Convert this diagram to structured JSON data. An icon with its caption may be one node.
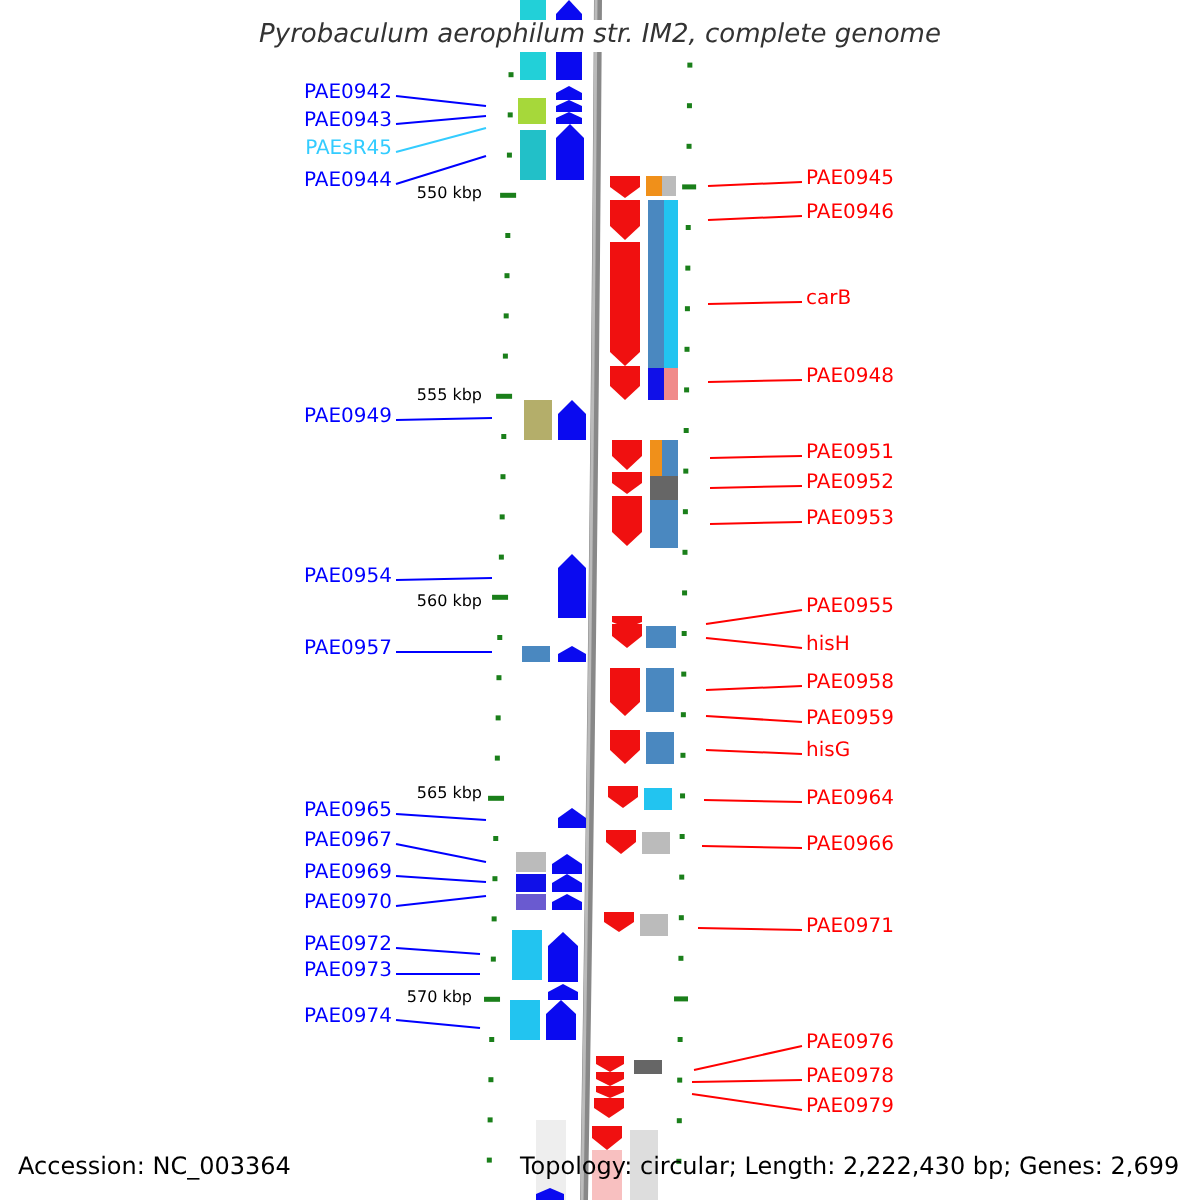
{
  "diagram": {
    "title": "Pyrobaculum aerophilum str. IM2, complete genome",
    "nodes": [
      {
        "text": [
          "PAE0942"
        ]
      },
      {
        "text": [
          "PAE0943"
        ]
      },
      {
        "text": [
          "PAEsR45"
        ]
      },
      {
        "text": [
          "PAE0944"
        ]
      },
      {
        "text": [
          "PAE0949"
        ]
      },
      {
        "text": [
          "PAE0954"
        ]
      },
      {
        "text": [
          "PAE0957"
        ]
      },
      {
        "text": [
          "PAE0965"
        ]
      },
      {
        "text": [
          "PAE0967"
        ]
      },
      {
        "text": [
          "PAE0969"
        ]
      },
      {
        "text": [
          "PAE0970"
        ]
      },
      {
        "text": [
          "PAE0972"
        ]
      },
      {
        "text": [
          "PAE0973"
        ]
      },
      {
        "text": [
          "PAE0974"
        ]
      },
      {
        "text": [
          "PAE0945"
        ]
      },
      {
        "text": [
          "PAE0946"
        ]
      },
      {
        "text": [
          "carB"
        ]
      },
      {
        "text": [
          "PAE0948"
        ]
      },
      {
        "text": [
          "PAE0951"
        ]
      },
      {
        "text": [
          "PAE0952"
        ]
      },
      {
        "text": [
          "PAE0953"
        ]
      },
      {
        "text": [
          "PAE0955"
        ]
      },
      {
        "text": [
          "hisH"
        ]
      },
      {
        "text": [
          "PAE0958"
        ]
      },
      {
        "text": [
          "PAE0959"
        ]
      },
      {
        "text": [
          "hisG"
        ]
      },
      {
        "text": [
          "PAE0964"
        ]
      },
      {
        "text": [
          "PAE0966"
        ]
      },
      {
        "text": [
          "PAE0971"
        ]
      },
      {
        "text": [
          "PAE0976"
        ]
      },
      {
        "text": [
          "PAE0978"
        ]
      },
      {
        "text": [
          "PAE0979"
        ]
      }
    ],
    "edges": [
      {
        "from": 0,
        "to": null,
        "arrow": "none",
        "color": "#0000ff"
      },
      {
        "from": 1,
        "to": null,
        "arrow": "none",
        "color": "#0000ff"
      },
      {
        "from": 2,
        "to": null,
        "arrow": "none",
        "color": "#33ccff"
      },
      {
        "from": 3,
        "to": null,
        "arrow": "none",
        "color": "#0000ff"
      },
      {
        "from": 4,
        "to": null,
        "arrow": "none",
        "color": "#0000ff"
      },
      {
        "from": 5,
        "to": null,
        "arrow": "none",
        "color": "#0000ff"
      },
      {
        "from": 6,
        "to": null,
        "arrow": "none",
        "color": "#0000ff"
      },
      {
        "from": 7,
        "to": null,
        "arrow": "none",
        "color": "#0000ff"
      },
      {
        "from": 8,
        "to": null,
        "arrow": "none",
        "color": "#0000ff"
      },
      {
        "from": 9,
        "to": null,
        "arrow": "none",
        "color": "#0000ff"
      },
      {
        "from": 10,
        "to": null,
        "arrow": "none",
        "color": "#0000ff"
      },
      {
        "from": 11,
        "to": null,
        "arrow": "none",
        "color": "#0000ff"
      },
      {
        "from": 12,
        "to": null,
        "arrow": "none",
        "color": "#0000ff"
      },
      {
        "from": 13,
        "to": null,
        "arrow": "none",
        "color": "#0000ff"
      },
      {
        "from": 14,
        "to": null,
        "arrow": "none"
      },
      {
        "from": 15,
        "to": null,
        "arrow": "none"
      },
      {
        "from": 16,
        "to": null,
        "arrow": "none"
      },
      {
        "from": 17,
        "to": null,
        "arrow": "none"
      },
      {
        "from": 18,
        "to": null,
        "arrow": "none"
      },
      {
        "from": 19,
        "to": null,
        "arrow": "none"
      },
      {
        "from": 20,
        "to": null,
        "arrow": "none"
      },
      {
        "from": 21,
        "to": null,
        "arrow": "none"
      },
      {
        "from": 22,
        "to": null,
        "arrow": "none"
      },
      {
        "from": 23,
        "to": null,
        "arrow": "none"
      },
      {
        "from": 24,
        "to": null,
        "arrow": "none"
      },
      {
        "from": 25,
        "to": null,
        "arrow": "none"
      },
      {
        "from": 26,
        "to": null,
        "arrow": "none"
      },
      {
        "from": 27,
        "to": null,
        "arrow": "none"
      },
      {
        "from": 28,
        "to": null,
        "arrow": "none"
      },
      {
        "from": 29,
        "to": null,
        "arrow": "none"
      },
      {
        "from": 30,
        "to": null,
        "arrow": "none"
      },
      {
        "from": 31,
        "to": null,
        "arrow": "none"
      }
    ],
    "labels": [
      "550 kbp",
      "555 kbp",
      "560 kbp",
      "565 kbp",
      "570 kbp",
      "Accession: NC_003364",
      "Topology: circular; Length: 2,222,430 bp; Genes: 2,699"
    ]
  }
}
